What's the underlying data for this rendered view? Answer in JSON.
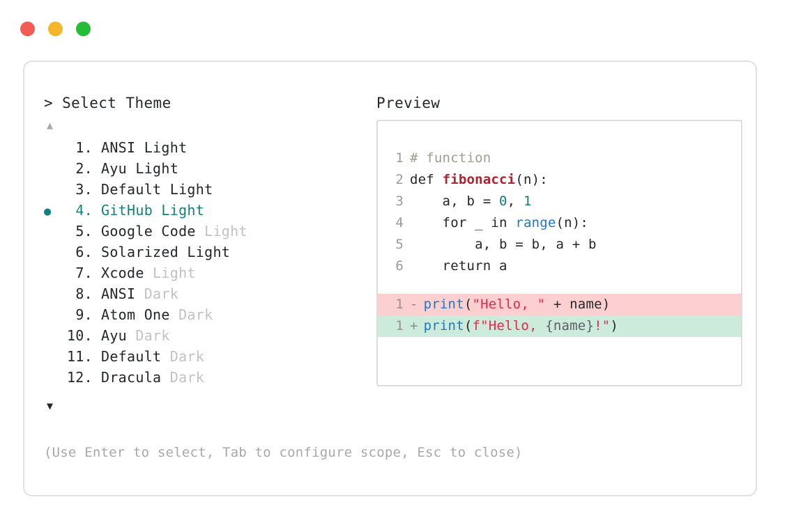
{
  "window": {
    "dots": [
      {
        "name": "close",
        "color": "#f25c54"
      },
      {
        "name": "minimize",
        "color": "#f5b72a"
      },
      {
        "name": "maximize",
        "color": "#25bd38"
      }
    ]
  },
  "chooser": {
    "prompt_caret": ">",
    "heading": "Select Theme",
    "scroll_up_icon": "▲",
    "scroll_down_icon": "▼",
    "selected_bullet": "●",
    "selected_index": 4,
    "accent_color": "#14807e",
    "items": [
      {
        "index": "1.",
        "name": "ANSI",
        "variant": " Light",
        "variant_dim": false,
        "selected": false,
        "bullet": ""
      },
      {
        "index": "2.",
        "name": "Ayu",
        "variant": " Light",
        "variant_dim": false,
        "selected": false,
        "bullet": ""
      },
      {
        "index": "3.",
        "name": "Default",
        "variant": " Light",
        "variant_dim": false,
        "selected": false,
        "bullet": ""
      },
      {
        "index": "4.",
        "name": "GitHub",
        "variant": " Light",
        "variant_dim": false,
        "selected": true,
        "bullet": "●"
      },
      {
        "index": "5.",
        "name": "Google Code",
        "variant": " Light",
        "variant_dim": true,
        "selected": false,
        "bullet": ""
      },
      {
        "index": "6.",
        "name": "Solarized",
        "variant": " Light",
        "variant_dim": false,
        "selected": false,
        "bullet": ""
      },
      {
        "index": "7.",
        "name": "Xcode",
        "variant": " Light",
        "variant_dim": true,
        "selected": false,
        "bullet": ""
      },
      {
        "index": "8.",
        "name": "ANSI",
        "variant": " Dark",
        "variant_dim": true,
        "selected": false,
        "bullet": ""
      },
      {
        "index": "9.",
        "name": "Atom One",
        "variant": " Dark",
        "variant_dim": true,
        "selected": false,
        "bullet": ""
      },
      {
        "index": "10.",
        "name": "Ayu",
        "variant": " Dark",
        "variant_dim": true,
        "selected": false,
        "bullet": ""
      },
      {
        "index": "11.",
        "name": "Default",
        "variant": " Dark",
        "variant_dim": true,
        "selected": false,
        "bullet": ""
      },
      {
        "index": "12.",
        "name": "Dracula",
        "variant": " Dark",
        "variant_dim": true,
        "selected": false,
        "bullet": ""
      }
    ]
  },
  "preview": {
    "heading": "Preview",
    "code_lines": [
      {
        "line_no": "1",
        "tokens": [
          {
            "text": "# function",
            "type": "comment"
          }
        ]
      },
      {
        "line_no": "2",
        "tokens": [
          {
            "text": "def ",
            "type": "keyword"
          },
          {
            "text": "fibonacci",
            "type": "func"
          },
          {
            "text": "(n):",
            "type": "plain"
          }
        ]
      },
      {
        "line_no": "3",
        "tokens": [
          {
            "text": "    a, b = ",
            "type": "plain"
          },
          {
            "text": "0",
            "type": "number"
          },
          {
            "text": ", ",
            "type": "plain"
          },
          {
            "text": "1",
            "type": "number"
          }
        ]
      },
      {
        "line_no": "4",
        "tokens": [
          {
            "text": "    for _ in ",
            "type": "plain"
          },
          {
            "text": "range",
            "type": "builtin"
          },
          {
            "text": "(n):",
            "type": "plain"
          }
        ]
      },
      {
        "line_no": "5",
        "tokens": [
          {
            "text": "        a, b = b, a + b",
            "type": "plain"
          }
        ]
      },
      {
        "line_no": "6",
        "tokens": [
          {
            "text": "    return a",
            "type": "plain"
          }
        ]
      }
    ],
    "diff_lines": [
      {
        "line_no": "1",
        "marker": "-",
        "kind": "removed",
        "background": "#fcd0d0",
        "tokens": [
          {
            "text": "print",
            "type": "builtin"
          },
          {
            "text": "(",
            "type": "plain"
          },
          {
            "text": "\"Hello, \"",
            "type": "string"
          },
          {
            "text": " + name)",
            "type": "plain"
          }
        ]
      },
      {
        "line_no": "1",
        "marker": "+",
        "kind": "added",
        "background": "#ccebdb",
        "tokens": [
          {
            "text": "print",
            "type": "builtin"
          },
          {
            "text": "(",
            "type": "plain"
          },
          {
            "text": "f\"Hello, ",
            "type": "string"
          },
          {
            "text": "{name}",
            "type": "dim"
          },
          {
            "text": "!\"",
            "type": "string"
          },
          {
            "text": ")",
            "type": "plain"
          }
        ]
      }
    ]
  },
  "footer": {
    "hint": "(Use Enter to select, Tab to configure scope, Esc to close)"
  }
}
